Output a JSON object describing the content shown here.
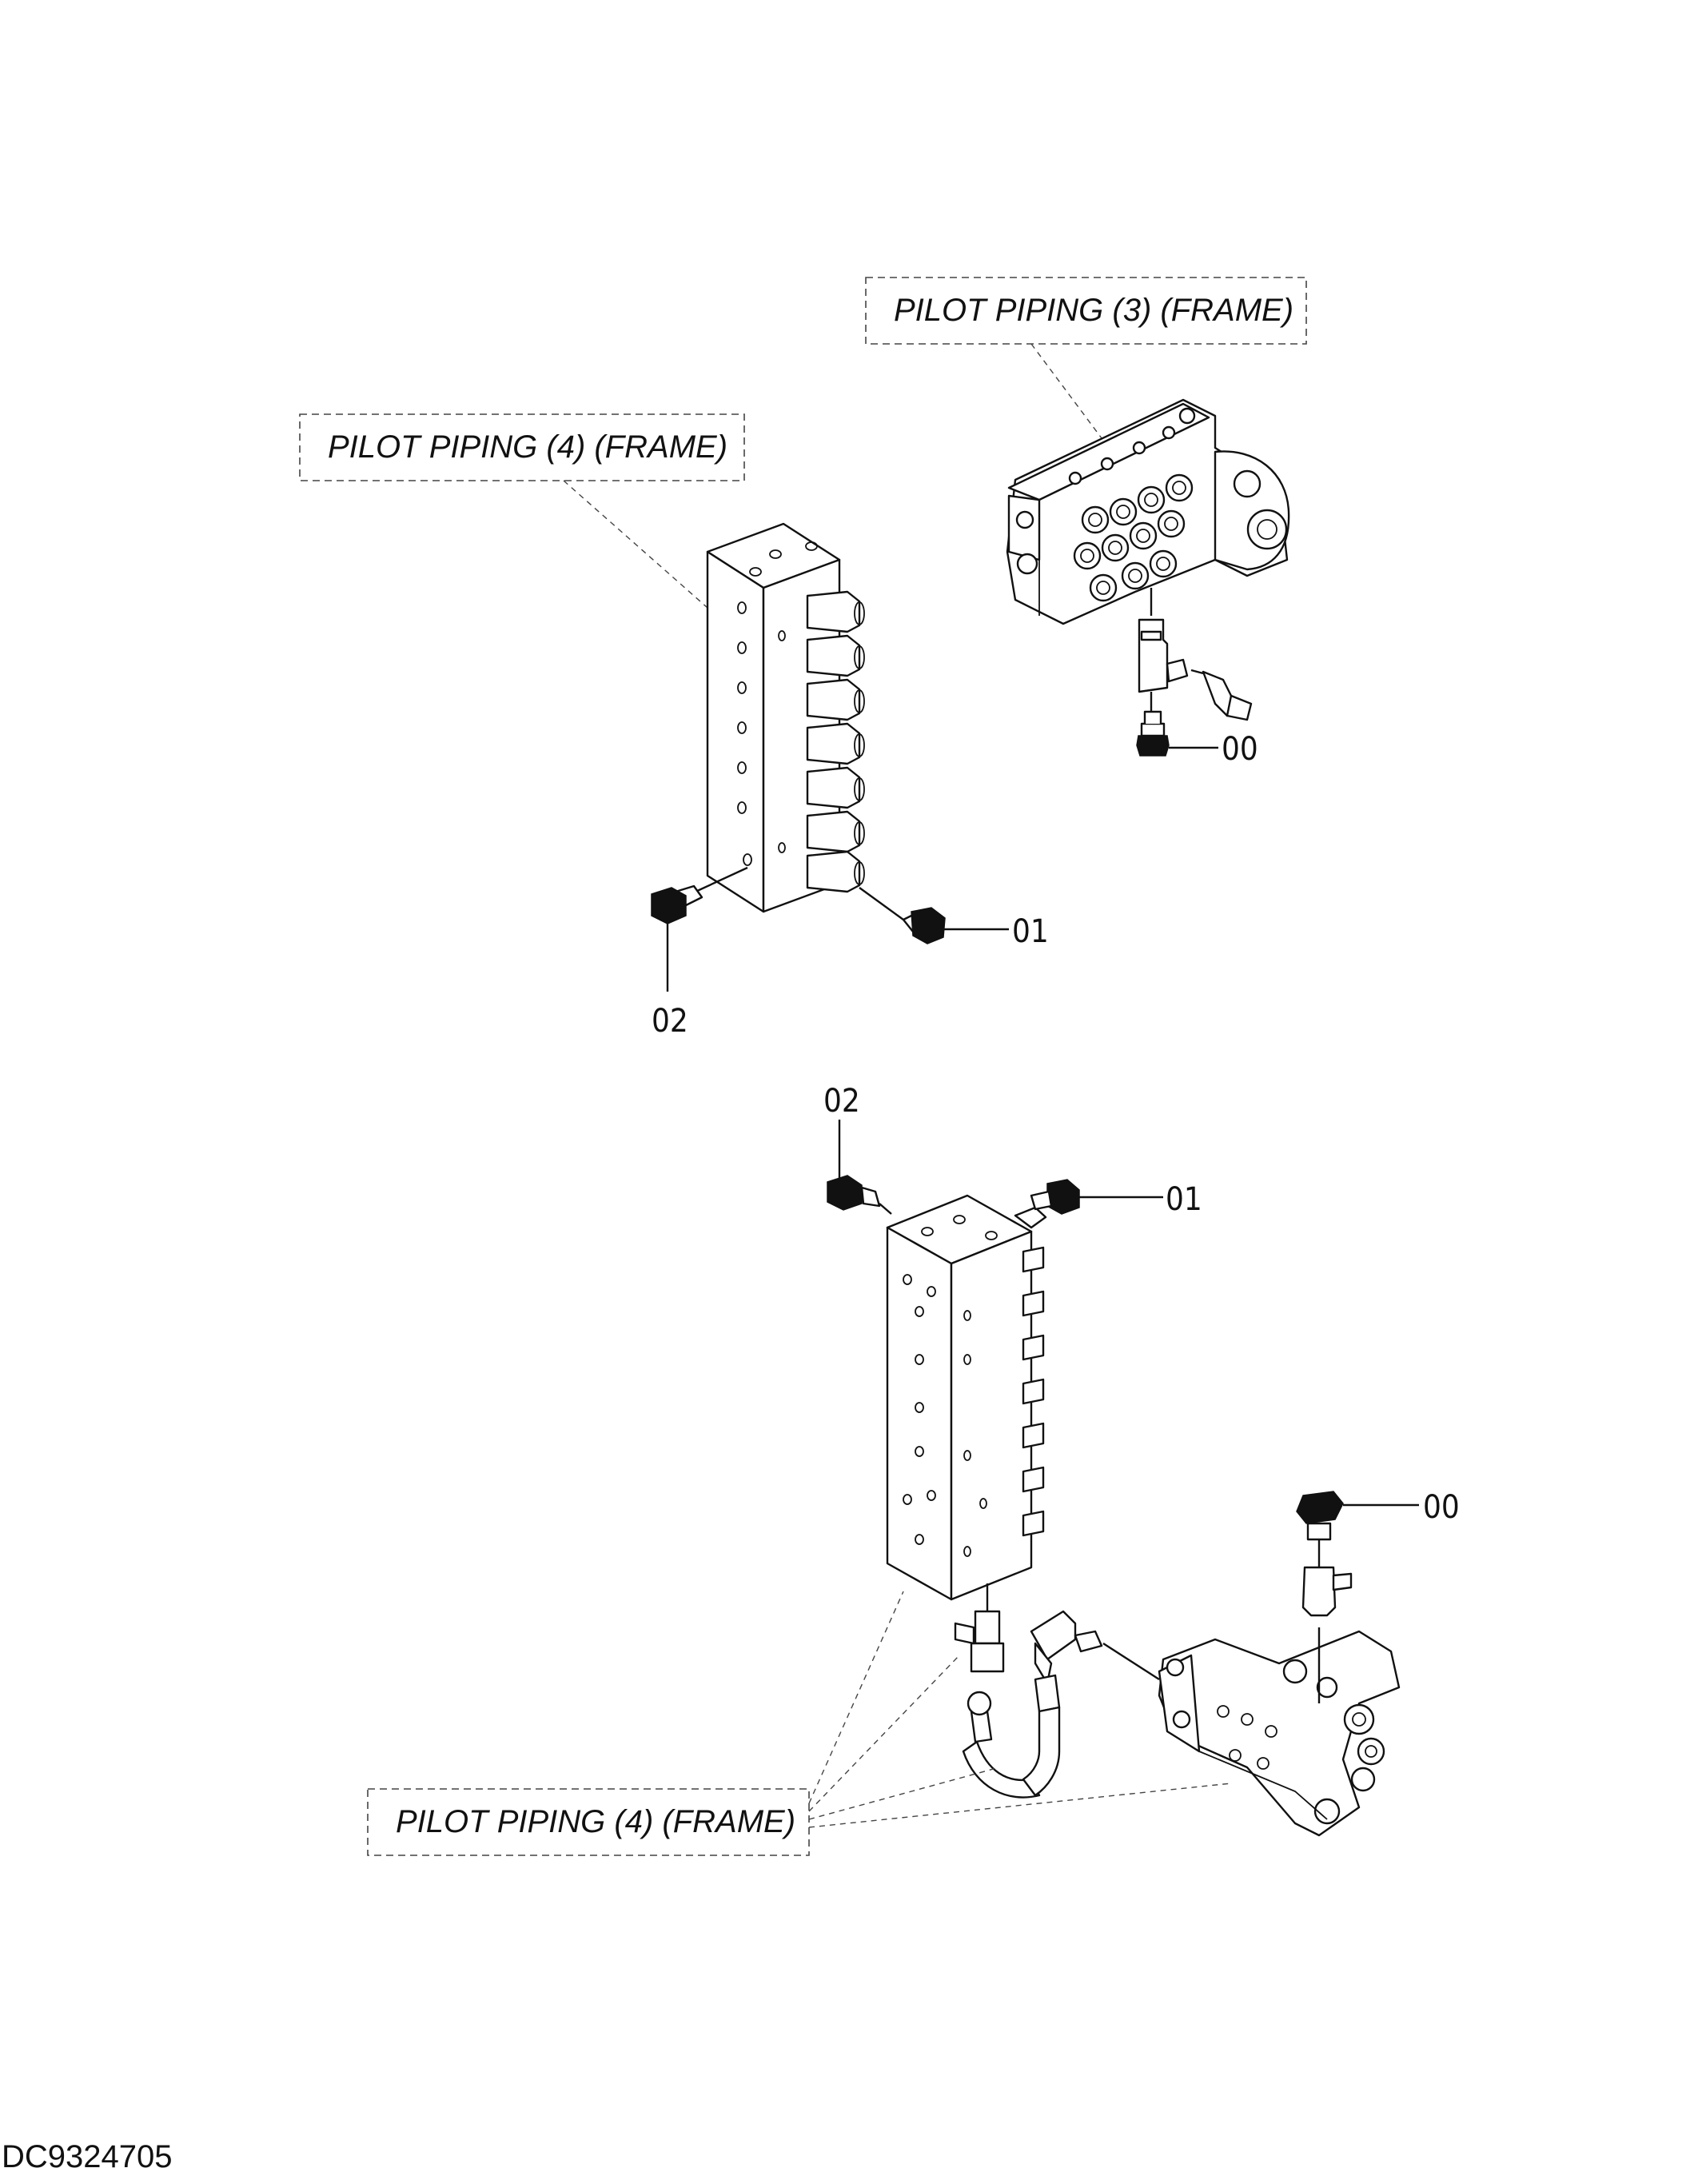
{
  "diagram": {
    "labels": {
      "pilot_piping_3_top": "PILOT PIPING (3) (FRAME)",
      "pilot_piping_4_top": "PILOT PIPING (4) (FRAME)",
      "pilot_piping_4_bottom": "PILOT PIPING (4) (FRAME)"
    },
    "callouts": {
      "top_right_00": "00",
      "top_01": "01",
      "top_02": "02",
      "bottom_02": "02",
      "bottom_01": "01",
      "bottom_00": "00"
    },
    "document_number": "DC9324705"
  }
}
